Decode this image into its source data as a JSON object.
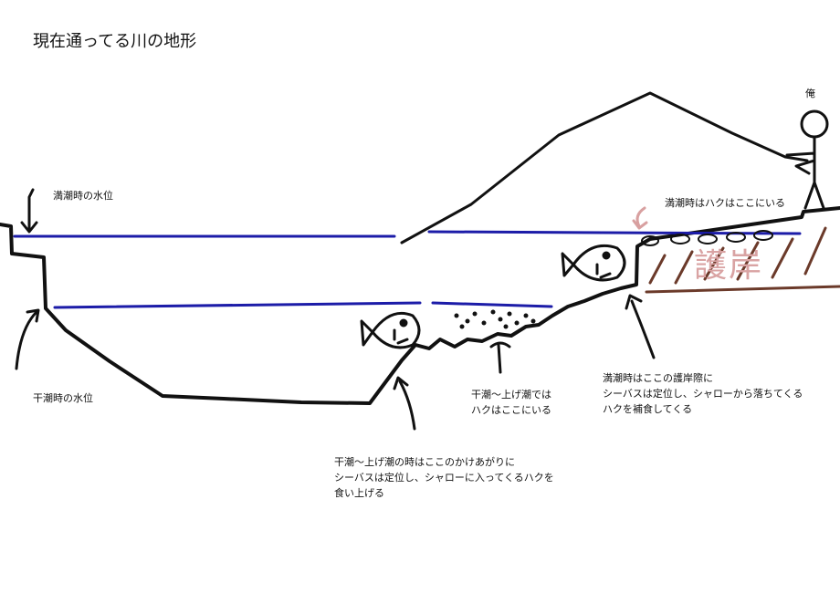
{
  "title": "現在通ってる川の地形",
  "labels": {
    "me": "俺",
    "high_tide_level": "満潮時の水位",
    "low_tide_level": "干潮時の水位",
    "high_tide_bait": "満潮時はハクはここにいる",
    "revetment": "護岸",
    "low_rising_bait": "干潮～上げ潮では\nハクはここにいる",
    "high_tide_seabass": "満潮時はここの護岸際に\nシーバスは定位し、シャローから落ちてくる\nハクを補食してくる",
    "low_rising_seabass": "干潮～上げ潮の時はここのかけあがりに\nシーバスは定位し、シャローに入ってくるハクを\n食い上げる"
  },
  "colors": {
    "ink": "#111111",
    "water_line": "#1c1ca8",
    "revetment_fill": "#6b3a2a",
    "revetment_text": "#d9a3a3",
    "arrow_pink": "#d8a0a0"
  }
}
